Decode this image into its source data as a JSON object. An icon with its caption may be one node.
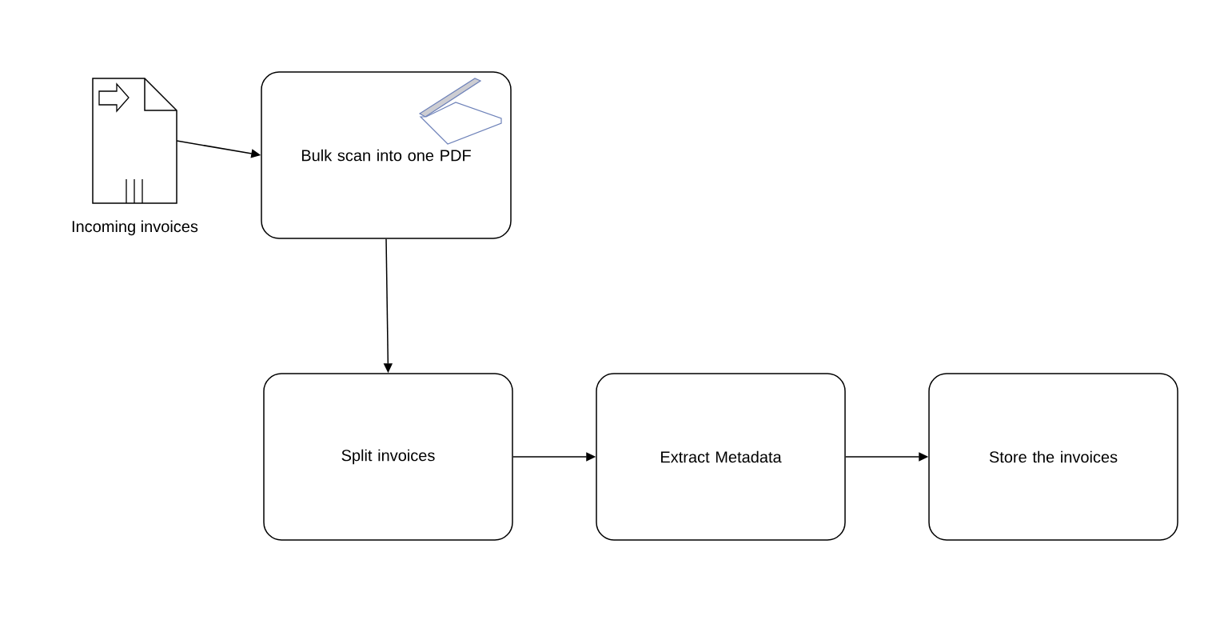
{
  "diagram": {
    "nodes": [
      {
        "text": [],
        "shape": "document",
        "beside": [
          "Incoming invoices"
        ]
      },
      {
        "text": [
          "Bulk scan into one PDF"
        ]
      },
      {
        "text": [
          "Split invoices"
        ]
      },
      {
        "text": [
          "Extract Metadata"
        ]
      },
      {
        "text": [
          "Store the invoices"
        ]
      }
    ],
    "edges": [
      {
        "from": 0,
        "to": 1,
        "arrow": "to"
      },
      {
        "from": 1,
        "to": 2,
        "arrow": "to"
      },
      {
        "from": 2,
        "to": 3,
        "arrow": "to"
      },
      {
        "from": 3,
        "to": 4,
        "arrow": "to"
      }
    ]
  }
}
